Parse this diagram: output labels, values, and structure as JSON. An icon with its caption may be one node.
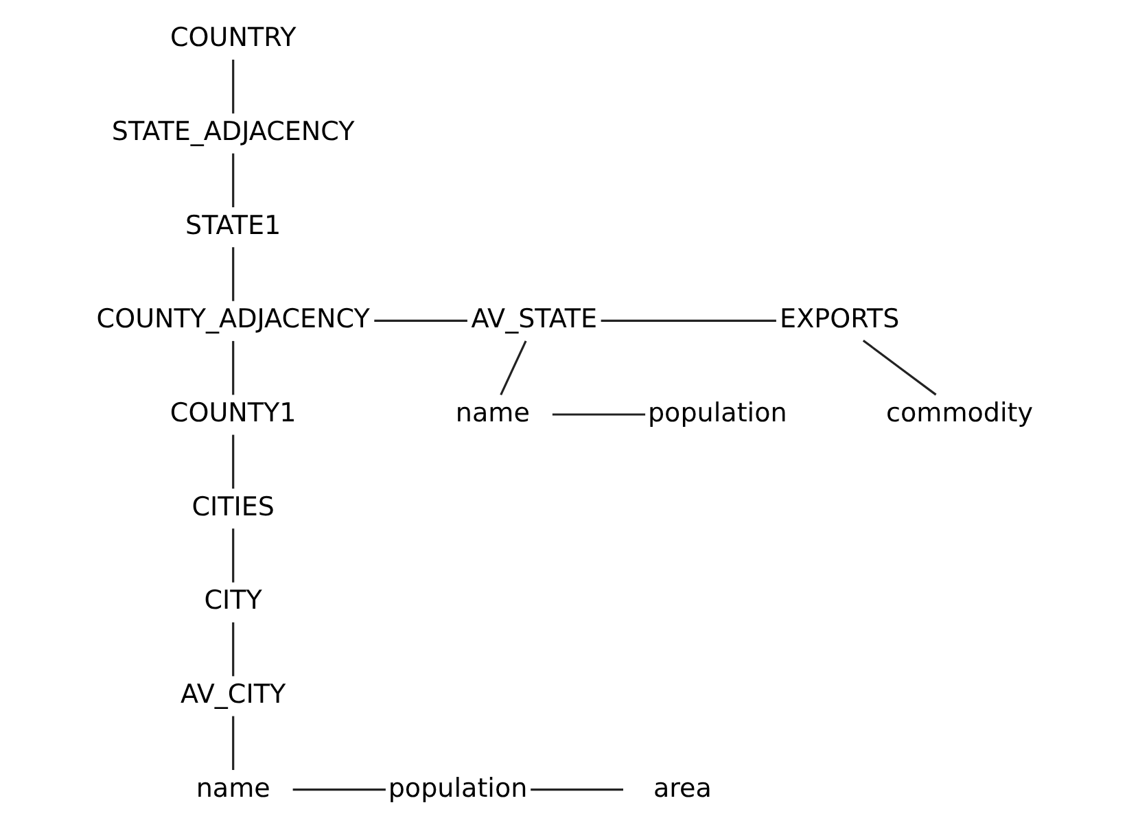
{
  "diagram": {
    "nodes": [
      {
        "text": [
          "COUNTRY"
        ]
      },
      {
        "text": [
          "STATE_ADJACENCY"
        ]
      },
      {
        "text": [
          "STATE1"
        ]
      },
      {
        "text": [
          "COUNTY_ADJACENCY"
        ]
      },
      {
        "text": [
          "AV_STATE"
        ]
      },
      {
        "text": [
          "EXPORTS"
        ]
      },
      {
        "text": [
          "COUNTY1"
        ]
      },
      {
        "text": [
          "name"
        ]
      },
      {
        "text": [
          "population"
        ]
      },
      {
        "text": [
          "commodity"
        ]
      },
      {
        "text": [
          "CITIES"
        ]
      },
      {
        "text": [
          "CITY"
        ]
      },
      {
        "text": [
          "AV_CITY"
        ]
      },
      {
        "text": [
          "name"
        ]
      },
      {
        "text": [
          "population"
        ]
      },
      {
        "text": [
          "area"
        ]
      }
    ],
    "edges": [
      {
        "from": 0,
        "to": 1,
        "arrow": "none"
      },
      {
        "from": 1,
        "to": 2,
        "arrow": "none"
      },
      {
        "from": 2,
        "to": 3,
        "arrow": "none"
      },
      {
        "from": 3,
        "to": 6,
        "arrow": "none"
      },
      {
        "from": 6,
        "to": 10,
        "arrow": "none"
      },
      {
        "from": 10,
        "to": 11,
        "arrow": "none"
      },
      {
        "from": 11,
        "to": 12,
        "arrow": "none"
      },
      {
        "from": 12,
        "to": 13,
        "arrow": "none"
      },
      {
        "from": 13,
        "to": 14,
        "arrow": "none"
      },
      {
        "from": 14,
        "to": 15,
        "arrow": "none"
      },
      {
        "from": 3,
        "to": 4,
        "arrow": "none"
      },
      {
        "from": 4,
        "to": 5,
        "arrow": "none"
      },
      {
        "from": 4,
        "to": 7,
        "arrow": "none"
      },
      {
        "from": 7,
        "to": 8,
        "arrow": "none"
      },
      {
        "from": 5,
        "to": 9,
        "arrow": "none"
      }
    ]
  }
}
